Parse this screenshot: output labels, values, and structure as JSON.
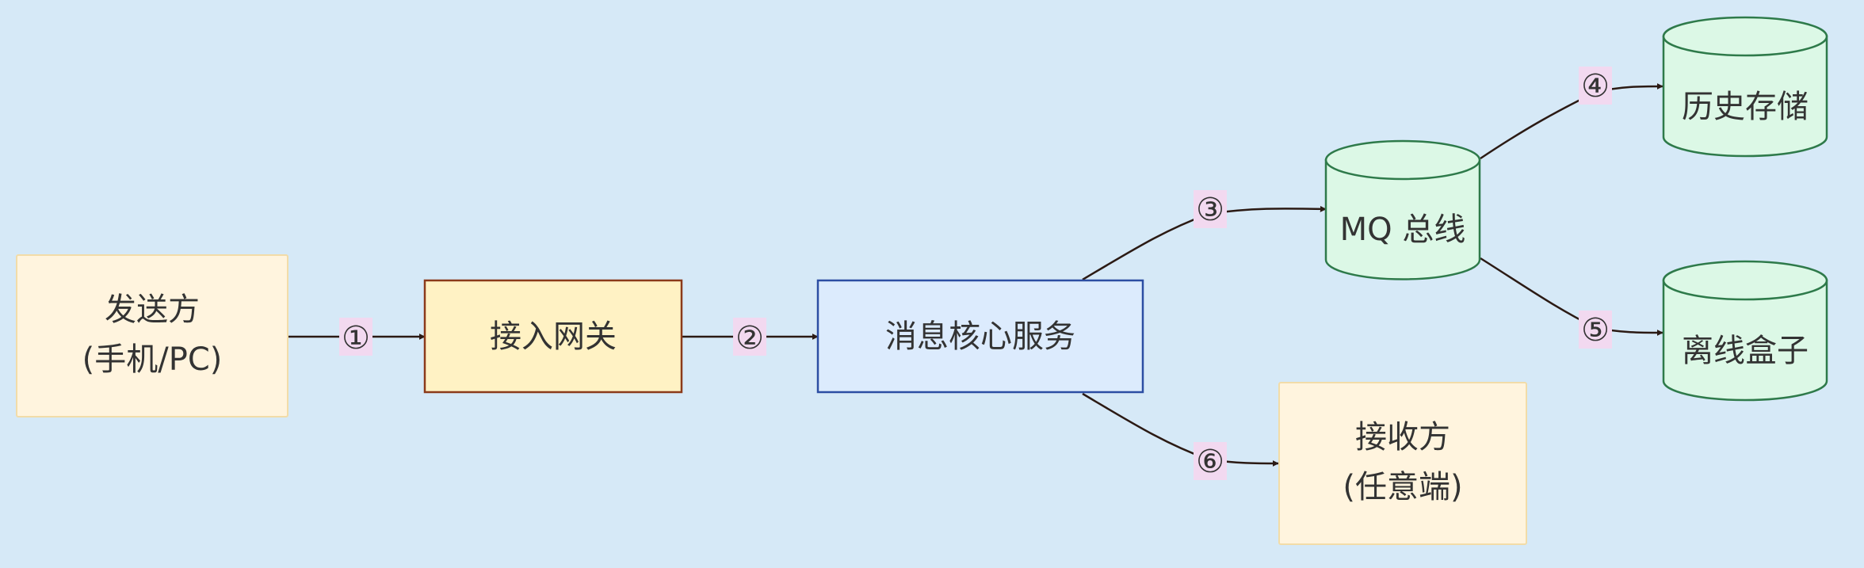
{
  "nodes": {
    "sender": {
      "line1": "发送方",
      "line2": "(手机/PC)"
    },
    "gateway": {
      "label": "接入网关"
    },
    "core": {
      "label": "消息核心服务"
    },
    "mq": {
      "label": "MQ 总线"
    },
    "history": {
      "label": "历史存储"
    },
    "offline": {
      "label": "离线盒子"
    },
    "receiver": {
      "line1": "接收方",
      "line2": "(任意端)"
    }
  },
  "edges": {
    "e1": {
      "label": "①"
    },
    "e2": {
      "label": "②"
    },
    "e3": {
      "label": "③"
    },
    "e4": {
      "label": "④"
    },
    "e5": {
      "label": "⑤"
    },
    "e6": {
      "label": "⑥"
    }
  },
  "colors": {
    "background": "#d6e9f7",
    "edge": "#2b1a14",
    "edge_label_bg": "#f2d9f0",
    "endpoint_fill": "#fff4de",
    "endpoint_stroke": "#f2dca8",
    "gateway_fill": "#fff2c4",
    "gateway_stroke": "#8b3a1a",
    "core_fill": "#dcebfd",
    "core_stroke": "#2c4ea3",
    "store_fill": "#dcf8e6",
    "store_stroke": "#2e7a4a"
  }
}
